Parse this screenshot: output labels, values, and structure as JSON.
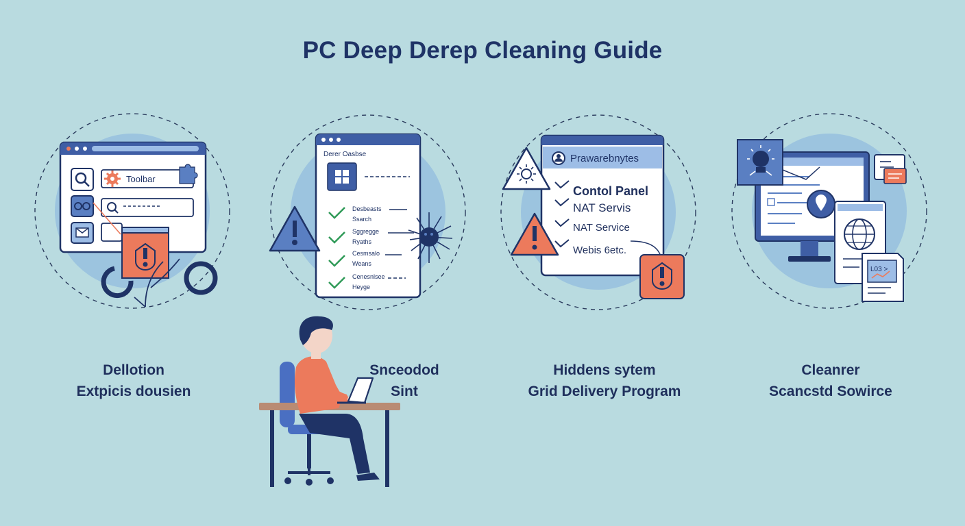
{
  "title": "PC Deep Derep Cleaning Guide",
  "colors": {
    "background": "#b9dbe0",
    "navy": "#1f3366",
    "blue": "#5a7fc2",
    "light_blue": "#9dbde6",
    "orange": "#ec7a5c",
    "green": "#2f9a57"
  },
  "panels": [
    {
      "caption_line1": "Dellotion",
      "caption_line2": "Extpicis dousien",
      "window": {
        "toolbar_label": "Toolbar"
      }
    },
    {
      "caption_line1": "Snceodod",
      "caption_line2": "Sint",
      "window": {
        "heading": "Derer Oasbse",
        "checklist": [
          {
            "line1": "Desbeasts",
            "line2": "Ssarch"
          },
          {
            "line1": "Sggregge",
            "line2": "Ryaths"
          },
          {
            "line1": "Cesmsalo",
            "line2": "Weans"
          },
          {
            "line1": "Cenesnlsee",
            "line2": "Heyge"
          }
        ]
      }
    },
    {
      "caption_line1": "Hiddens sytem",
      "caption_line2": "Grid Delivery Program",
      "window": {
        "header": "Prawarebnytes",
        "items": [
          "Contol Panel",
          "NAT Servis",
          "NAT Service",
          "Webis 6etc."
        ]
      }
    },
    {
      "caption_line1": "Cleanrer",
      "caption_line2": "Scancstd Sowirce",
      "window": {
        "badge": "L03 >"
      }
    }
  ]
}
